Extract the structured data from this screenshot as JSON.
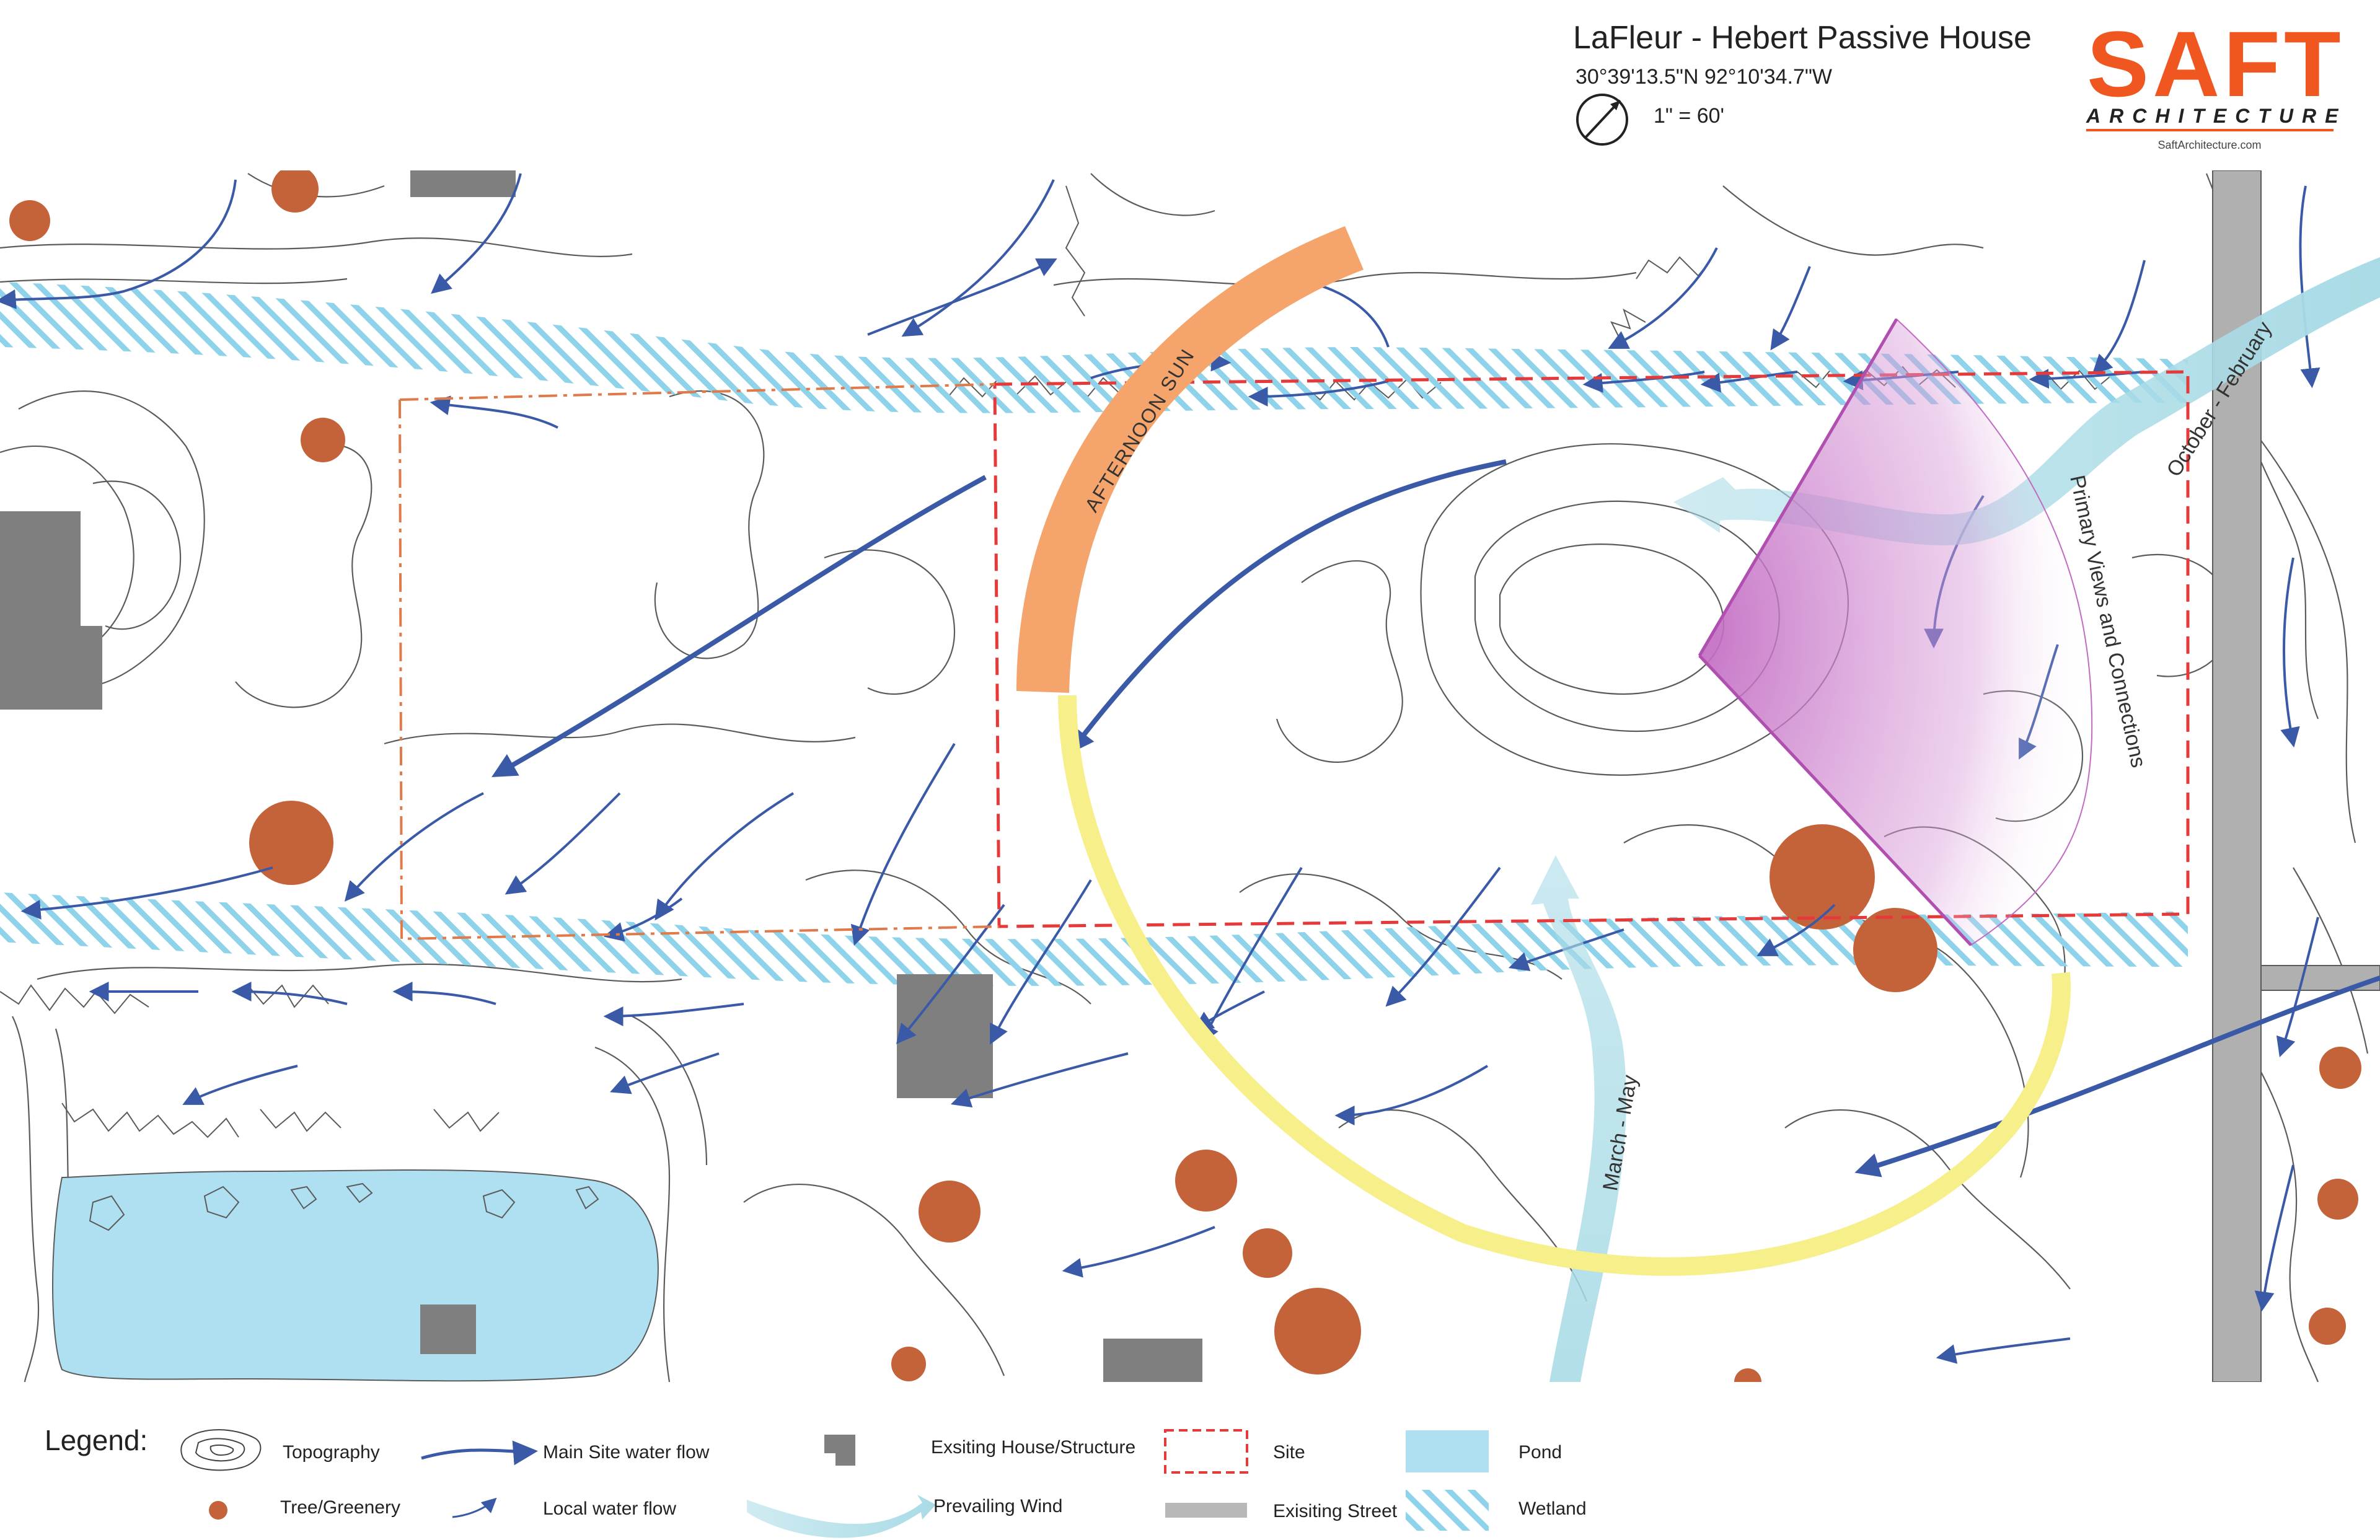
{
  "header": {
    "title": "LaFleur - Hebert Passive House",
    "coordinates": "30°39'13.5\"N 92°10'34.7\"W",
    "scale": "1\" = 60'",
    "compass_icon": "north-arrow-icon"
  },
  "logo": {
    "wordmark": "SAFT",
    "subtitle": "ARCHITECTURE",
    "url": "SaftArchitecture.com"
  },
  "map_labels": {
    "afternoon_sun": "AFTERNOON SUN",
    "wind_october_february": "October - February",
    "wind_march_may": "March - May",
    "primary_views": "Primary Views and Connections"
  },
  "legend": {
    "title": "Legend:",
    "items": [
      {
        "key": "topography",
        "label": "Topography",
        "icon": "topography-icon"
      },
      {
        "key": "tree",
        "label": "Tree/Greenery",
        "icon": "tree-icon",
        "color": "#c4633a"
      },
      {
        "key": "main_water",
        "label": "Main Site water flow",
        "icon": "arrow-icon",
        "color": "#3a5aa8"
      },
      {
        "key": "local_water",
        "label": "Local water flow",
        "icon": "arrow-icon",
        "color": "#3a5aa8"
      },
      {
        "key": "house",
        "label": "Exsiting House/Structure",
        "icon": "house-icon",
        "color": "#7f7f7f"
      },
      {
        "key": "wind",
        "label": "Prevailing Wind",
        "icon": "wind-arrow-icon",
        "color": "#a9dbe6"
      },
      {
        "key": "site",
        "label": "Site",
        "icon": "dashed-rectangle-icon",
        "color": "#e63a3a"
      },
      {
        "key": "street",
        "label": "Exisiting Street",
        "icon": "street-icon",
        "color": "#b8b8b8"
      },
      {
        "key": "pond",
        "label": "Pond",
        "icon": "pond-icon",
        "color": "#aee0f2"
      },
      {
        "key": "wetland",
        "label": "Wetland",
        "icon": "wetland-hatch-icon",
        "color": "#8fd3ea"
      }
    ]
  },
  "colors": {
    "brand": "#f0561f",
    "site_line": "#e63a3a",
    "water": "#3a5aa8",
    "wind": "#a9dbe6",
    "sun_path": "#f7ef8a",
    "afternoon_sun": "#f5a46c",
    "views": "#c26bc2",
    "tree": "#c4633a",
    "structure": "#7f7f7f",
    "street": "#b0b0b0",
    "pond": "#aee0f2",
    "wetland": "#8fd3ea"
  }
}
